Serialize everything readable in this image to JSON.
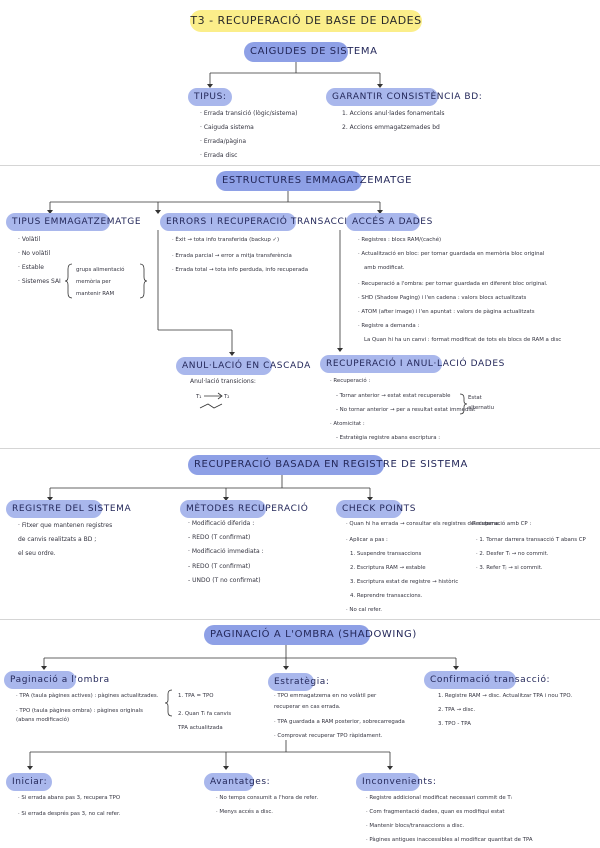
{
  "title": "T3 - RECUPERACIÓ DE BASE DE DADES",
  "s1": {
    "header": "CAIGUDES DE SISTEMA",
    "tipus": {
      "label": "TIPUS:",
      "items": [
        "· Errada transició (lògic/sistema)",
        "· Caiguda sistema",
        "· Errada/pàgina",
        "· Errada disc"
      ]
    },
    "garantir": {
      "label": "GARANTIR CONSISTÈNCIA BD:",
      "items": [
        "1. Accions anul·lades fonamentals",
        "2. Accions emmagatzemades bd"
      ]
    }
  },
  "s2": {
    "header": "ESTRUCTURES EMMAGATZEMATGE",
    "tipus": {
      "label": "TIPUS EMMAGATZEMATGE",
      "items": [
        "· Volàtil",
        "· No volàtil",
        "· Estable",
        "· Sistemes SAI"
      ],
      "brace": [
        "grups alimentació",
        "memòria per",
        "mantenir RAM"
      ]
    },
    "errors": {
      "label": "ERRORS i RECUPERACIÓ TRANSACCIONS",
      "items": [
        "· Èxit → tota info transferida (backup ✓)",
        "· Errada parcial → error a mitja transferència",
        "· Errada total → tota info perduda, info recuperada"
      ]
    },
    "acces": {
      "label": "ACCÉS A DADES",
      "items": [
        "· Registres : blocs RAM/(caché)",
        "· Actualització en bloc: per tornar guardada en memòria bloc original",
        "  amb modificat.",
        "· Recuperació a l'ombra: per tornar guardada en diferent bloc original.",
        "· SHD (Shadow Paging) i l'en cadena : valors blocs actualitzats",
        "· ATOM (after image) i l'en apuntat : valors de pàgina actualitzats",
        "· Registre a demanda :",
        "   La Quan hi ha un canvi : format modificat de tots els blocs de RAM a disc"
      ]
    },
    "anulacio": {
      "label": "ANUL·LACIÓ EN CASCADA",
      "sub": "Anul·lació transicions:",
      "diag_a": "T₁",
      "diag_b": "T₂"
    },
    "recuperacio": {
      "label": "RECUPERACIÓ i ANUL·LACIÓ DADES",
      "items": [
        "· Recuperació :",
        "  - Tornar anterior → estat estat recuperable",
        "  - No tornar anterior → per a resultat estat immediat",
        "· Atomicitat :",
        "  - Estratègia registre abans escriptura :"
      ],
      "brace": [
        "Estat",
        "alternatiu"
      ]
    }
  },
  "s3": {
    "header": "RECUPERACIÓ BASADA EN REGISTRE DE SISTEMA",
    "registre": {
      "label": "REGISTRE DEL SISTEMA",
      "items": [
        "· Fitxer que mantenen registres",
        "  de canvis realitzats a BD ;",
        "  el seu ordre."
      ]
    },
    "metodes": {
      "label": "MÈTODES RECUPERACIÓ",
      "items": [
        "· Modificació diferida :",
        "  - REDO (T confirmat)",
        "· Modificació immediata :",
        "  - REDO (T confirmat)",
        "  - UNDO (T no confirmat)"
      ]
    },
    "check": {
      "label": "CHECK POINTS",
      "items": [
        "· Quan hi ha errada → consultar els registres del sistema.",
        "· Aplicar a pas :",
        "  1. Suspendre transaccions",
        "  2. Escriptura RAM → estable",
        "  3. Escriptura estat de registre → històric",
        "  4. Reprendre transaccions.",
        "· No cal refer."
      ],
      "right": [
        "Recuperació amb CP :",
        "· 1. Tornar darrera transacció T abans CP",
        "· 2. Desfer Tᵢ → no commit.",
        "· 3. Refer Tⱼ → si commit."
      ]
    }
  },
  "s4": {
    "header": "PAGINACIÓ A L'OMBRA (SHADOWING)",
    "paginacio": {
      "label": "Paginació a l'ombra",
      "items": [
        "· TPA (taula pàgines actives) : pàgines actualitzades.",
        "· TPO (taula pàgines ombra) : pàgines originals",
        "                                   (abans modificació)"
      ],
      "steps": [
        "1. TPA = TPO",
        "2. Quan Tᵢ fa canvis",
        "   TPA actualitzada"
      ]
    },
    "estrategia": {
      "label": "Estratègia:",
      "items": [
        "· TPO emmagatzema en no volàtil per",
        "  recuperar en cas errada.",
        "· TPA guardada a RAM posterior, sobrecarregada",
        "· Comprovat recuperar TPO ràpidament."
      ]
    },
    "confirmacio": {
      "label": "Confirmació transacció:",
      "items": [
        "1. Registre RAM → disc. Actualitzar TPA i nou TPO.",
        "2. TPA → disc.",
        "3. TPO - TPA"
      ]
    },
    "iniciar": {
      "label": "Iniciar:",
      "items": [
        "· Si errada abans pas 3, recupera TPO",
        "· Si errada després pas 3, no cal refer."
      ]
    },
    "avantatges": {
      "label": "Avantatges:",
      "items": [
        "· No temps consumit a l'hora de refer.",
        "· Menys accés a disc."
      ]
    },
    "inconvenients": {
      "label": "Inconvenients:",
      "items": [
        "· Registre addicional modificat necessari commit de Tᵢ",
        "· Com fragmentació dades, quan es modifiqui estat",
        "· Mantenir blocs/transaccions a disc.",
        "· Pàgines antigues inaccessibles al modificar quantitat de TPA"
      ]
    }
  }
}
